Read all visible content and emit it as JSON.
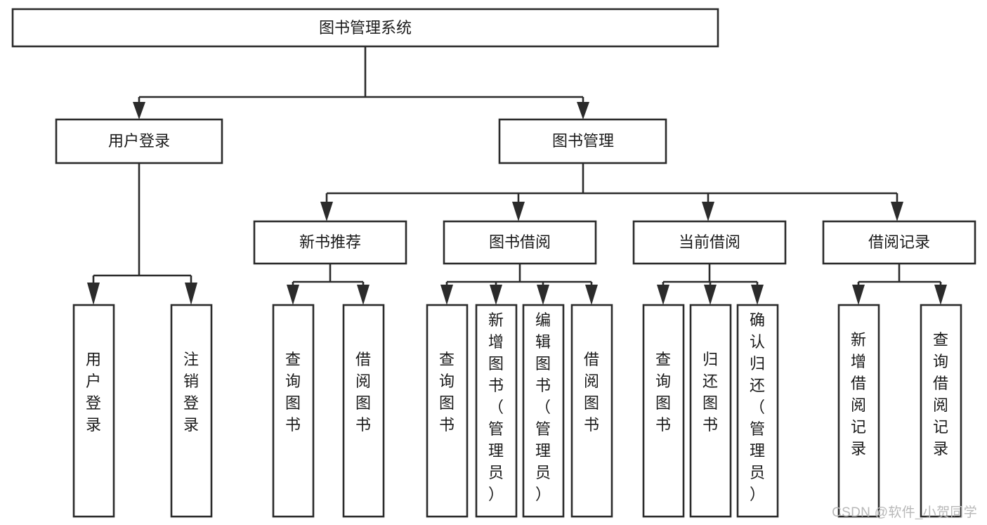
{
  "diagram": {
    "type": "tree-hierarchy-chart",
    "title": "图书管理系统",
    "orientation": "top-down",
    "colors": {
      "box_fill": "#ffffff",
      "box_stroke": "#2b2b2b",
      "text": "#1a1a1a",
      "watermark": "#b8b8b8",
      "background": "#ffffff"
    },
    "nodes": {
      "root": {
        "label": "图书管理系统",
        "level": 1
      },
      "level2": [
        {
          "id": "user-login",
          "label": "用户登录"
        },
        {
          "id": "book-management",
          "label": "图书管理"
        }
      ],
      "level3": [
        {
          "id": "new-book-recommend",
          "label": "新书推荐",
          "parent": "book-management"
        },
        {
          "id": "book-borrow",
          "label": "图书借阅",
          "parent": "book-management"
        },
        {
          "id": "current-borrow",
          "label": "当前借阅",
          "parent": "book-management"
        },
        {
          "id": "borrow-record",
          "label": "借阅记录",
          "parent": "book-management"
        }
      ],
      "leaves": {
        "user-login": [
          {
            "id": "leaf-user-login",
            "label": "用户登录"
          },
          {
            "id": "leaf-user-logout",
            "label": "注销登录"
          }
        ],
        "new-book-recommend": [
          {
            "id": "leaf-query-book-1",
            "label": "查询图书"
          },
          {
            "id": "leaf-borrow-book-1",
            "label": "借阅图书"
          }
        ],
        "book-borrow": [
          {
            "id": "leaf-query-book-2",
            "label": "查询图书"
          },
          {
            "id": "leaf-add-book",
            "label": "新增图书（管理员）"
          },
          {
            "id": "leaf-edit-book",
            "label": "编辑图书（管理员）"
          },
          {
            "id": "leaf-borrow-book-2",
            "label": "借阅图书"
          }
        ],
        "current-borrow": [
          {
            "id": "leaf-query-book-3",
            "label": "查询图书"
          },
          {
            "id": "leaf-return-book",
            "label": "归还图书"
          },
          {
            "id": "leaf-confirm-return",
            "label": "确认归还（管理员）"
          }
        ],
        "borrow-record": [
          {
            "id": "leaf-add-record",
            "label": "新增借阅记录"
          },
          {
            "id": "leaf-query-record",
            "label": "查询借阅记录"
          }
        ]
      }
    }
  },
  "watermark": {
    "text": "CSDN @软件_小贺同学"
  }
}
